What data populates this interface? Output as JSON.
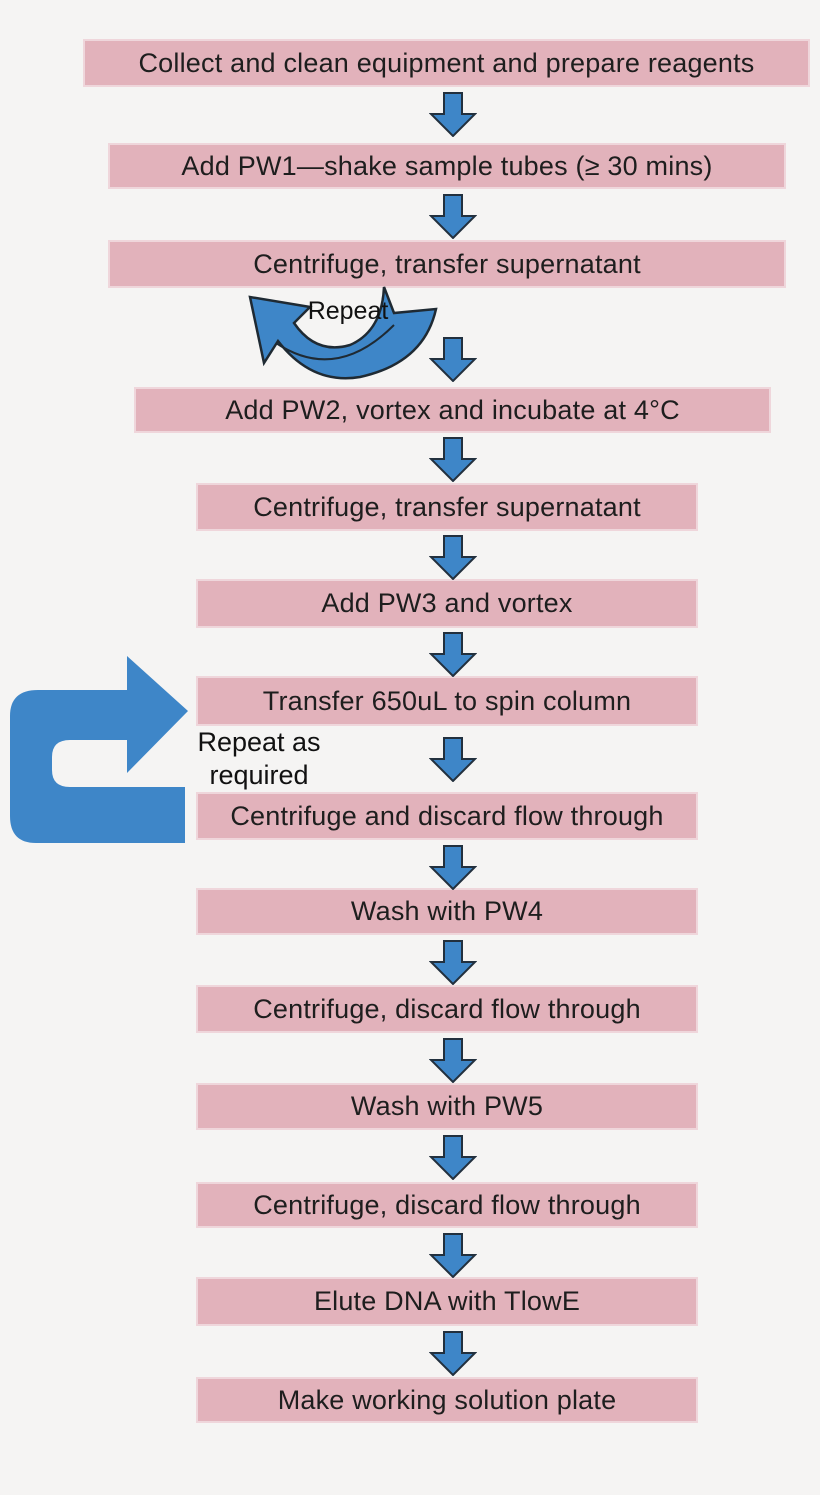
{
  "flowchart": {
    "steps": [
      {
        "label": "Collect and clean equipment and prepare reagents"
      },
      {
        "label": "Add PW1—shake sample tubes (≥ 30 mins)"
      },
      {
        "label": "Centrifuge, transfer supernatant"
      },
      {
        "label": "Add PW2, vortex and incubate at 4°C"
      },
      {
        "label": "Centrifuge, transfer supernatant"
      },
      {
        "label": "Add PW3 and vortex"
      },
      {
        "label": "Transfer 650uL to spin column"
      },
      {
        "label": "Centrifuge and discard flow through"
      },
      {
        "label": "Wash with PW4"
      },
      {
        "label": "Centrifuge, discard flow through"
      },
      {
        "label": "Wash with PW5"
      },
      {
        "label": "Centrifuge, discard flow through"
      },
      {
        "label": "Elute DNA with TlowE"
      },
      {
        "label": "Make working solution plate"
      }
    ],
    "annotations": {
      "repeat": {
        "label": "Repeat"
      },
      "repeat_as_required": {
        "lines": [
          "Repeat as",
          "required"
        ]
      }
    },
    "colors": {
      "background": "#f5f4f3",
      "box_fill": "#e2b2bb",
      "box_border": "#efd6db",
      "arrow_blue": "#3e86c8",
      "arrow_outline": "#22303e",
      "text": "#1f1f1f"
    }
  }
}
